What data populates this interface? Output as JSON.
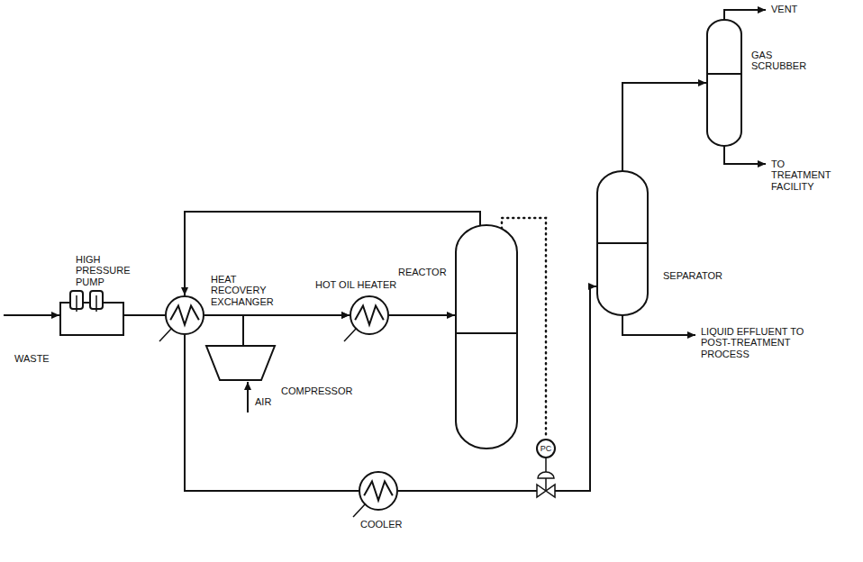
{
  "diagram": {
    "nodes": [
      {
        "text": [
          "HIGH PRESSURE PUMP"
        ]
      },
      {
        "text": [
          "HEAT RECOVERY EXCHANGER"
        ]
      },
      {
        "text": [
          "HOT OIL HEATER"
        ]
      },
      {
        "text": [
          "COMPRESSOR"
        ]
      },
      {
        "text": [
          "REACTOR"
        ]
      },
      {
        "text": [
          "COOLER"
        ]
      },
      {
        "text": [
          "PC"
        ]
      },
      {
        "text": [
          "SEPARATOR"
        ]
      },
      {
        "text": [
          "GAS SCRUBBER"
        ]
      }
    ],
    "edges": [
      {
        "from": 0,
        "to": 1,
        "arrow": "none"
      },
      {
        "from": 1,
        "to": 2,
        "arrow": "to"
      },
      {
        "from": 3,
        "to": 2,
        "arrow": "to"
      },
      {
        "from": 2,
        "to": 4,
        "arrow": "to"
      },
      {
        "from": 4,
        "to": 1,
        "arrow": "to"
      },
      {
        "from": 1,
        "to": 5,
        "arrow": "none"
      },
      {
        "from": 5,
        "to": 7,
        "arrow": "to"
      },
      {
        "from": 4,
        "to": 6,
        "arrow": "none"
      },
      {
        "from": 7,
        "to": 8,
        "arrow": "to"
      }
    ],
    "labels": [
      "WASTE",
      "AIR",
      "VENT",
      "TO TREATMENT FACILITY",
      "LIQUID EFFLUENT TO POST-TREATMENT PROCESS"
    ]
  }
}
